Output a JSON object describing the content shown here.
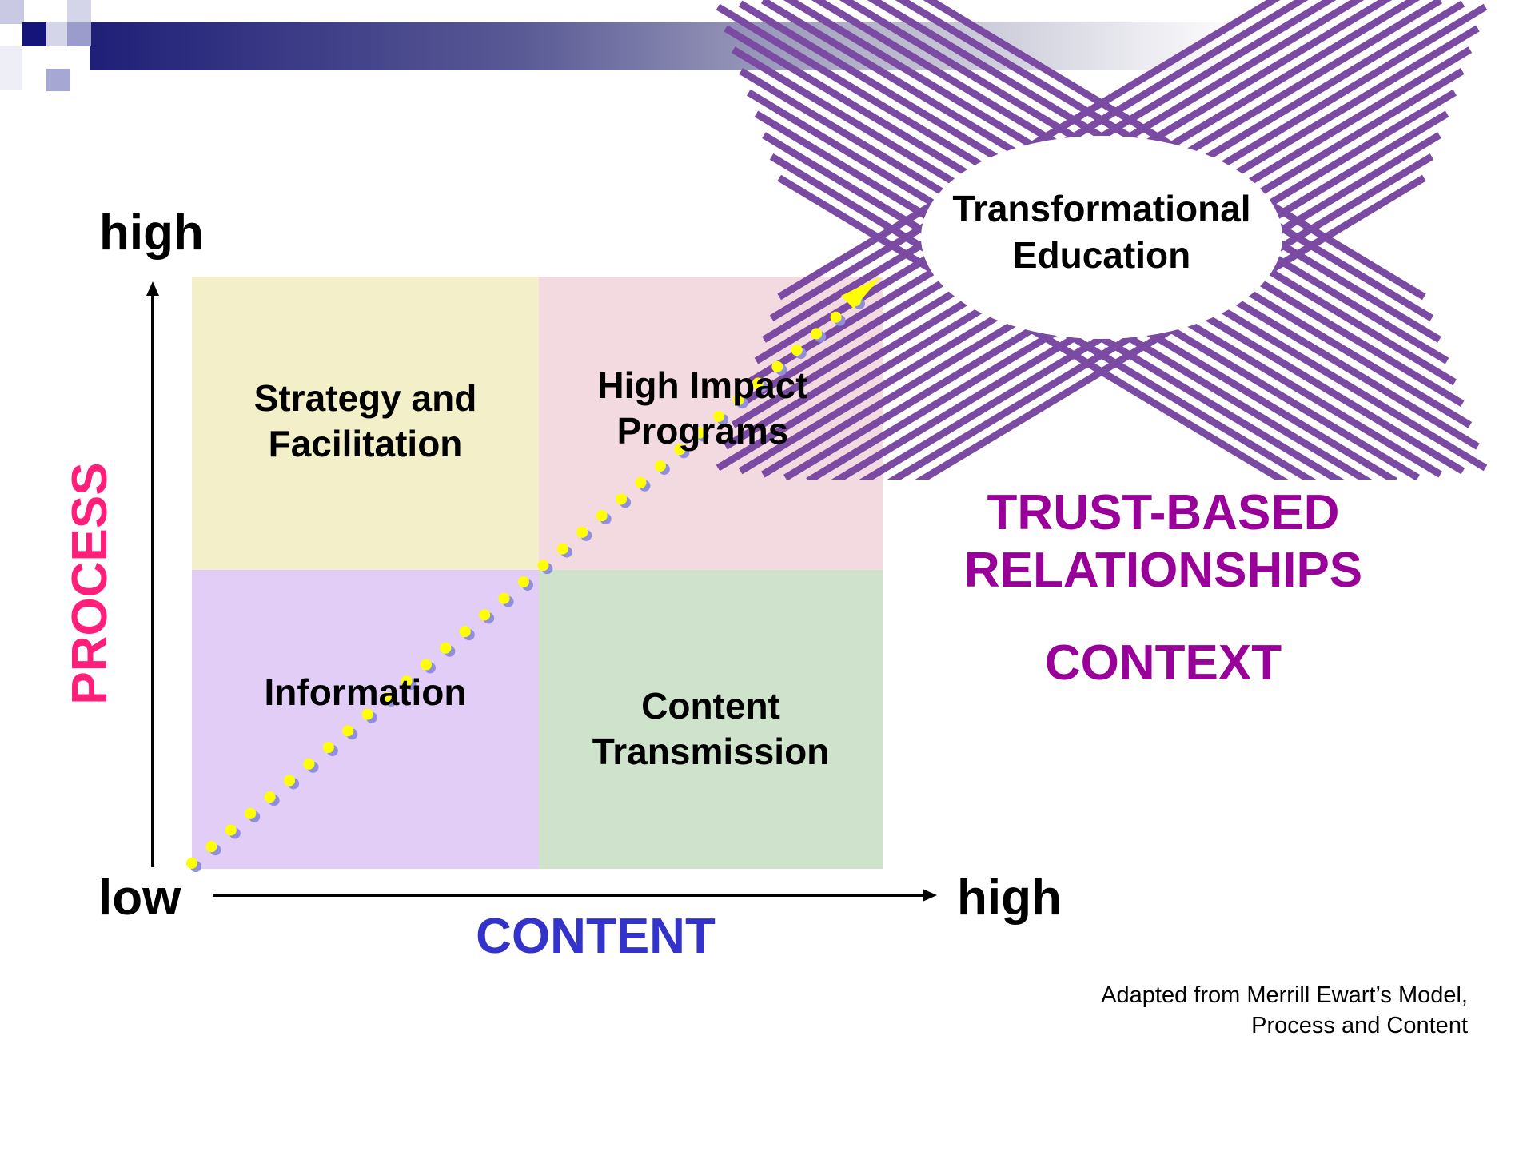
{
  "quadrants": {
    "top_left": [
      "Strategy and",
      "Facilitation"
    ],
    "top_right": [
      "High Impact",
      "Programs"
    ],
    "bottom_left": [
      "Information"
    ],
    "bottom_right": [
      "Content",
      "Transmission"
    ]
  },
  "axes": {
    "y_high": "high",
    "x_low": "low",
    "x_high": "high",
    "y_title": "PROCESS",
    "x_title": "CONTENT"
  },
  "starburst": {
    "label": [
      "Transformational",
      "Education"
    ]
  },
  "context": {
    "line1": "TRUST-BASED",
    "line2": "RELATIONSHIPS",
    "line3": "CONTEXT"
  },
  "footnote": [
    "Adapted from Merrill Ewart’s Model,",
    "Process and Content"
  ],
  "colors": {
    "top_left_fill": "#f3efc8",
    "top_right_fill": "#f3d9e0",
    "bottom_left_fill": "#e2cdf7",
    "bottom_right_fill": "#cfe3cc",
    "y_title": "#ff1f7a",
    "x_title": "#3333cc",
    "context": "#990099",
    "rays": "#7b4aa2",
    "dots": "#ffff00",
    "dot_shadow": "#8f8fdf"
  }
}
